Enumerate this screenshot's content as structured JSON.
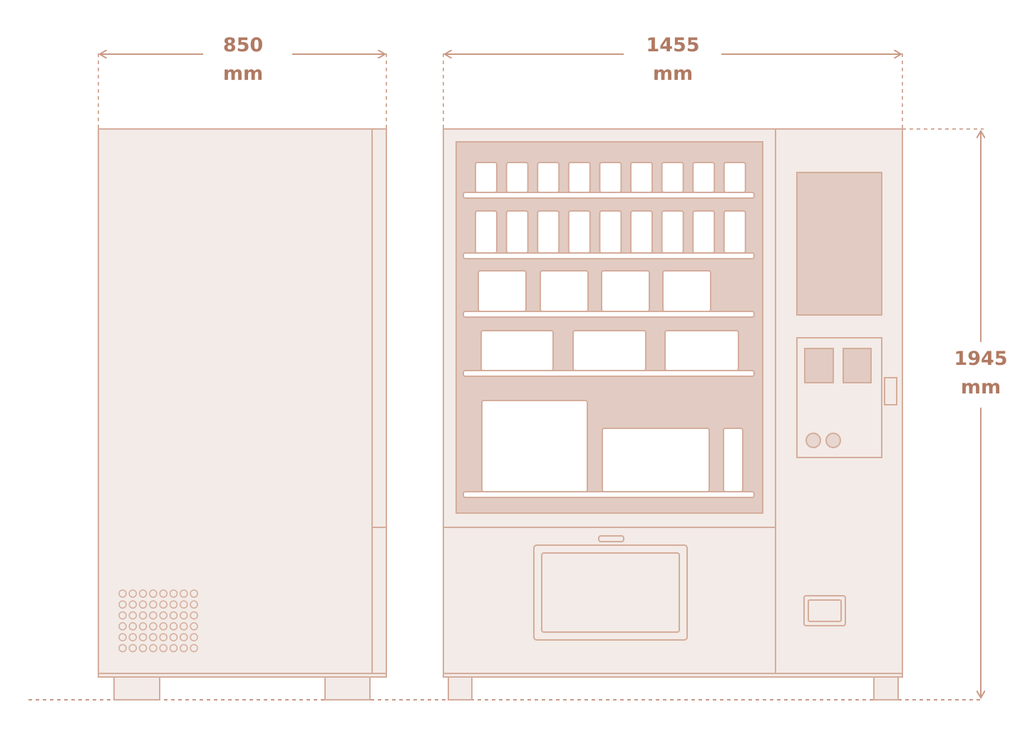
{
  "dimensions": {
    "depth": {
      "value": "850",
      "unit": "mm"
    },
    "width": {
      "value": "1455",
      "unit": "mm"
    },
    "height": {
      "value": "1945",
      "unit": "mm"
    }
  },
  "colors": {
    "line": "#d4ad9c",
    "text": "#b07a62",
    "body_fill": "#f3ebe7",
    "interior_fill": "#e2cbc2",
    "product_fill": "#ffffff"
  }
}
